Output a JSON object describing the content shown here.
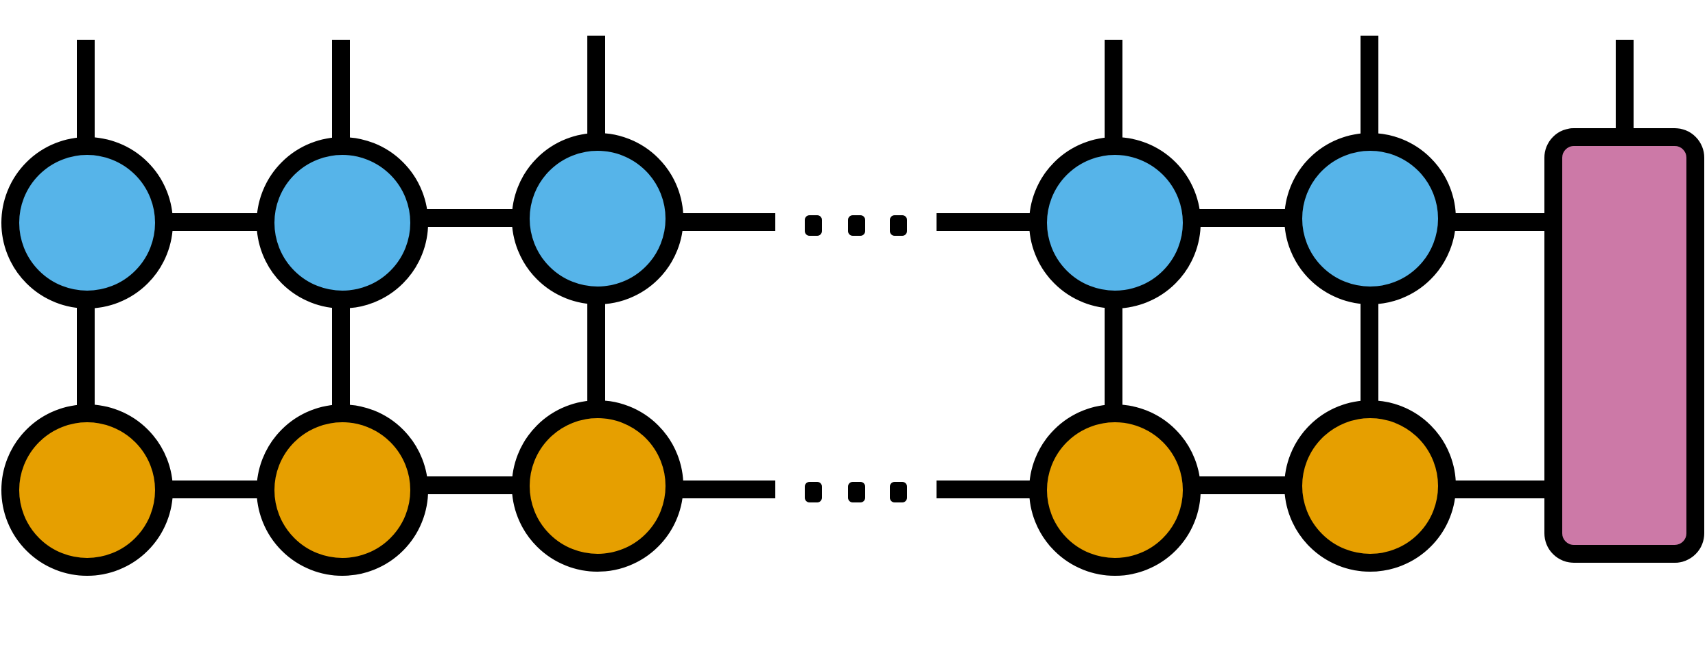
{
  "colors": {
    "top_node": "#56b4e9",
    "bottom_node": "#e69f00",
    "boundary_block": "#cc79a7",
    "line": "#000000",
    "background": "#ffffff"
  },
  "diagram": {
    "top_row_visible_nodes": 5,
    "bottom_row_visible_nodes": 5,
    "boundary_blocks": 1,
    "gap_markers": 2,
    "gap_marker_dots": 3
  }
}
